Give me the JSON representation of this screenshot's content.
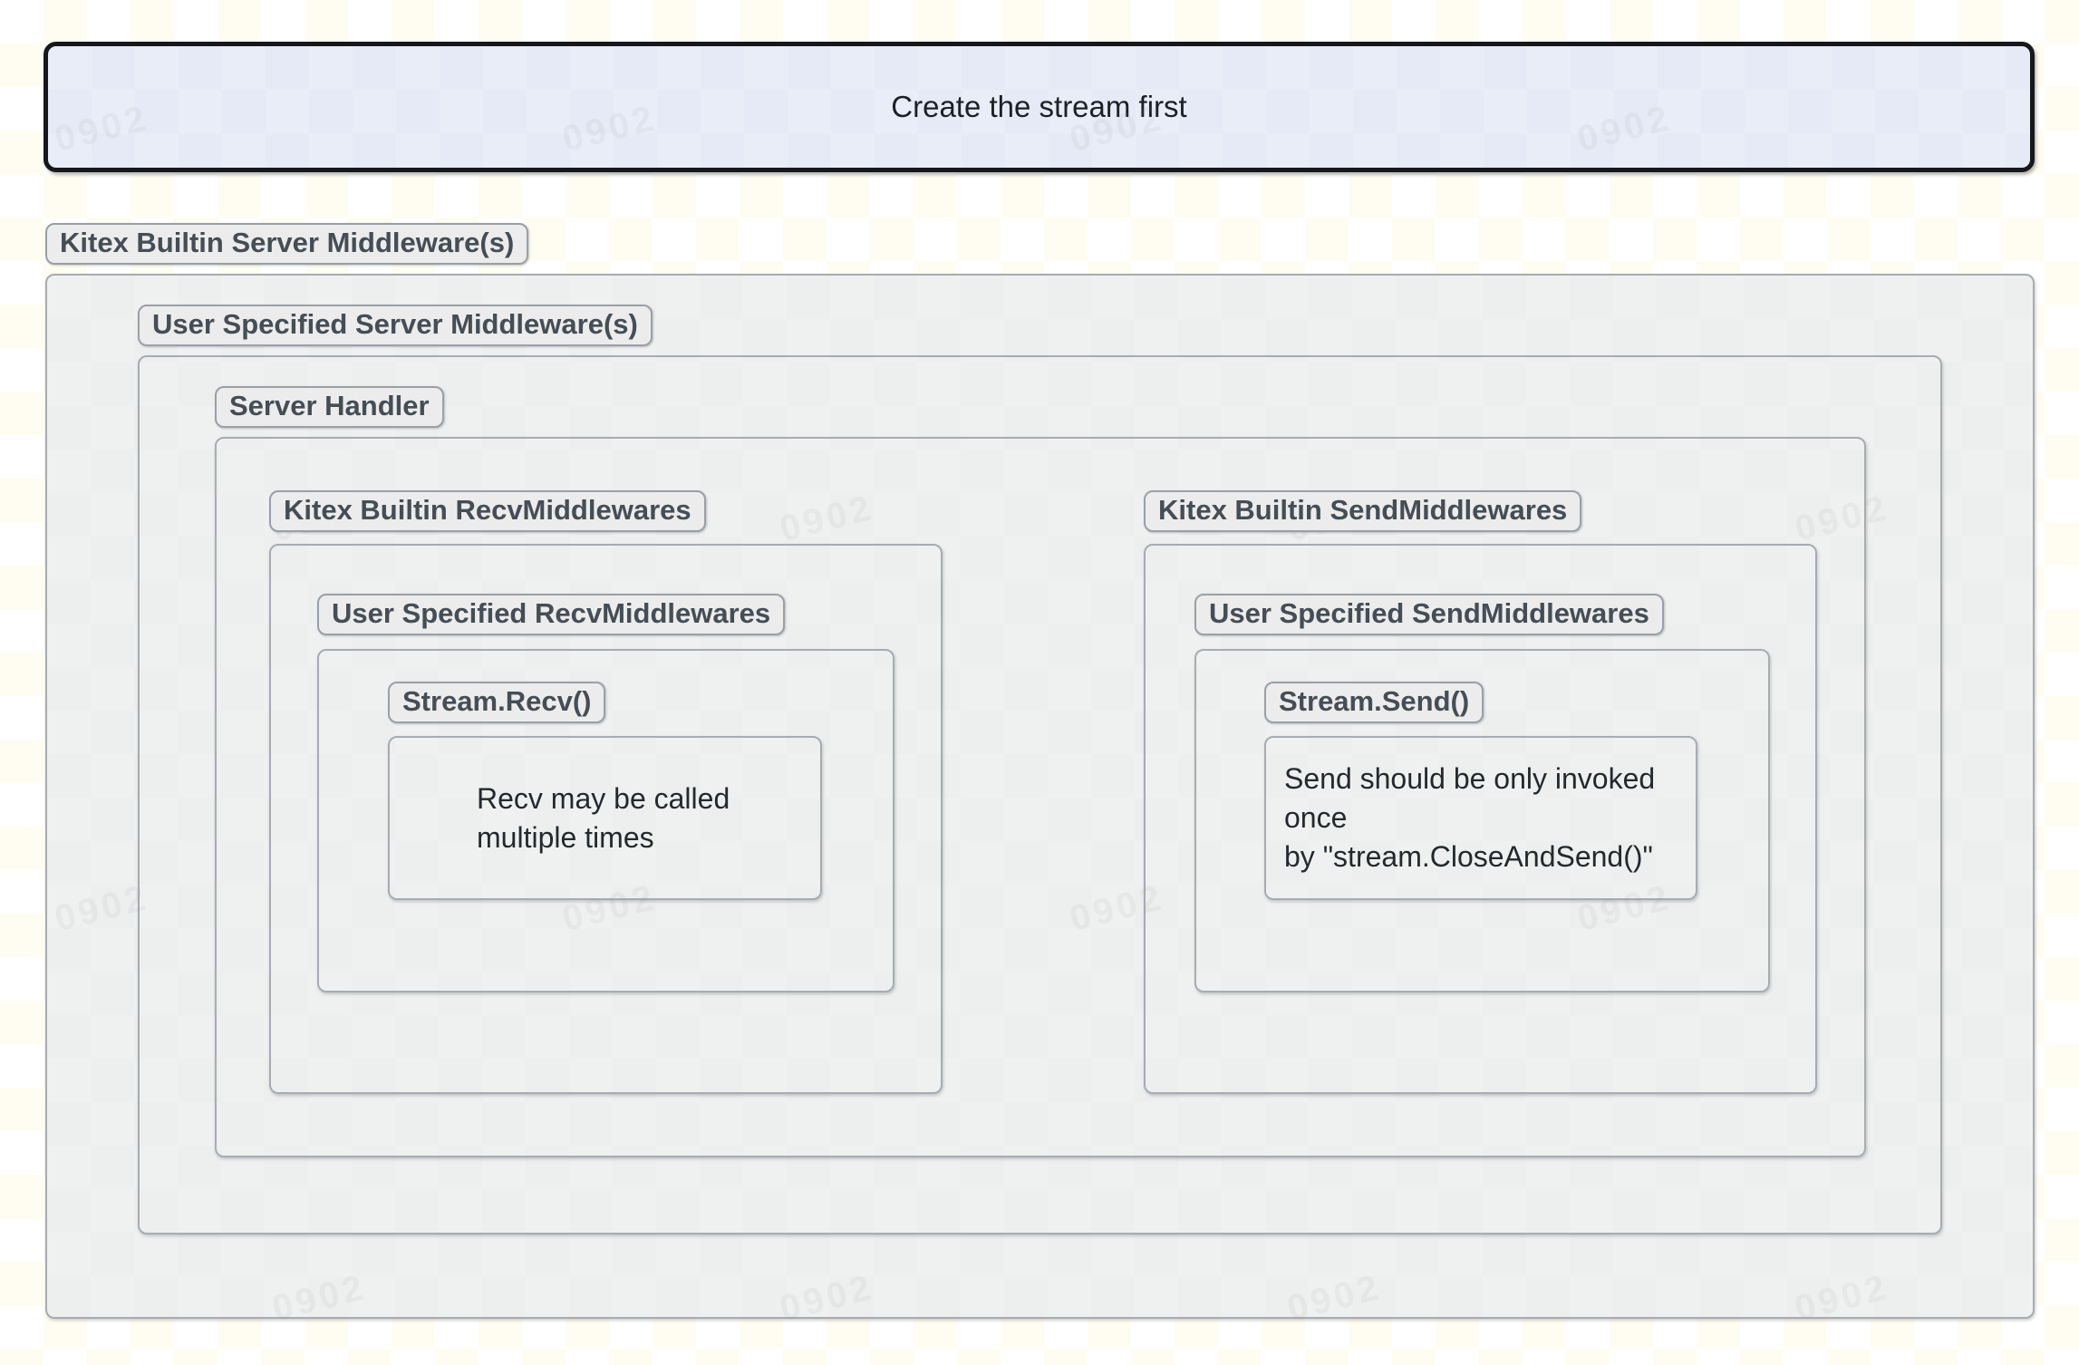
{
  "page": {
    "watermark_text": "0902"
  },
  "banner": {
    "text": "Create the stream first"
  },
  "colors": {
    "banner_fill": "#e9edf8",
    "banner_border": "#16181c",
    "box_fill": "#eff1f0",
    "box_border": "#a7acb2",
    "badge_fill": "#ececec",
    "badge_border": "#9aa0a6",
    "badge_text": "#454d56",
    "note_text": "#24292e",
    "page_checker": "#fffdf1"
  },
  "diagram": {
    "outer_label": "Kitex Builtin Server Middleware(s)",
    "level2_label": "User Specified Server Middleware(s)",
    "level3_label": "Server Handler",
    "recv": {
      "builtin_label": "Kitex Builtin RecvMiddlewares",
      "user_label": "User Specified RecvMiddlewares",
      "stream_label": "Stream.Recv()",
      "note_line1": "Recv may be called",
      "note_line2": "multiple times"
    },
    "send": {
      "builtin_label": "Kitex Builtin SendMiddlewares",
      "user_label": "User Specified SendMiddlewares",
      "stream_label": "Stream.Send()",
      "note_line1": "Send should be only invoked once",
      "note_line2": "by \"stream.CloseAndSend()\""
    }
  }
}
